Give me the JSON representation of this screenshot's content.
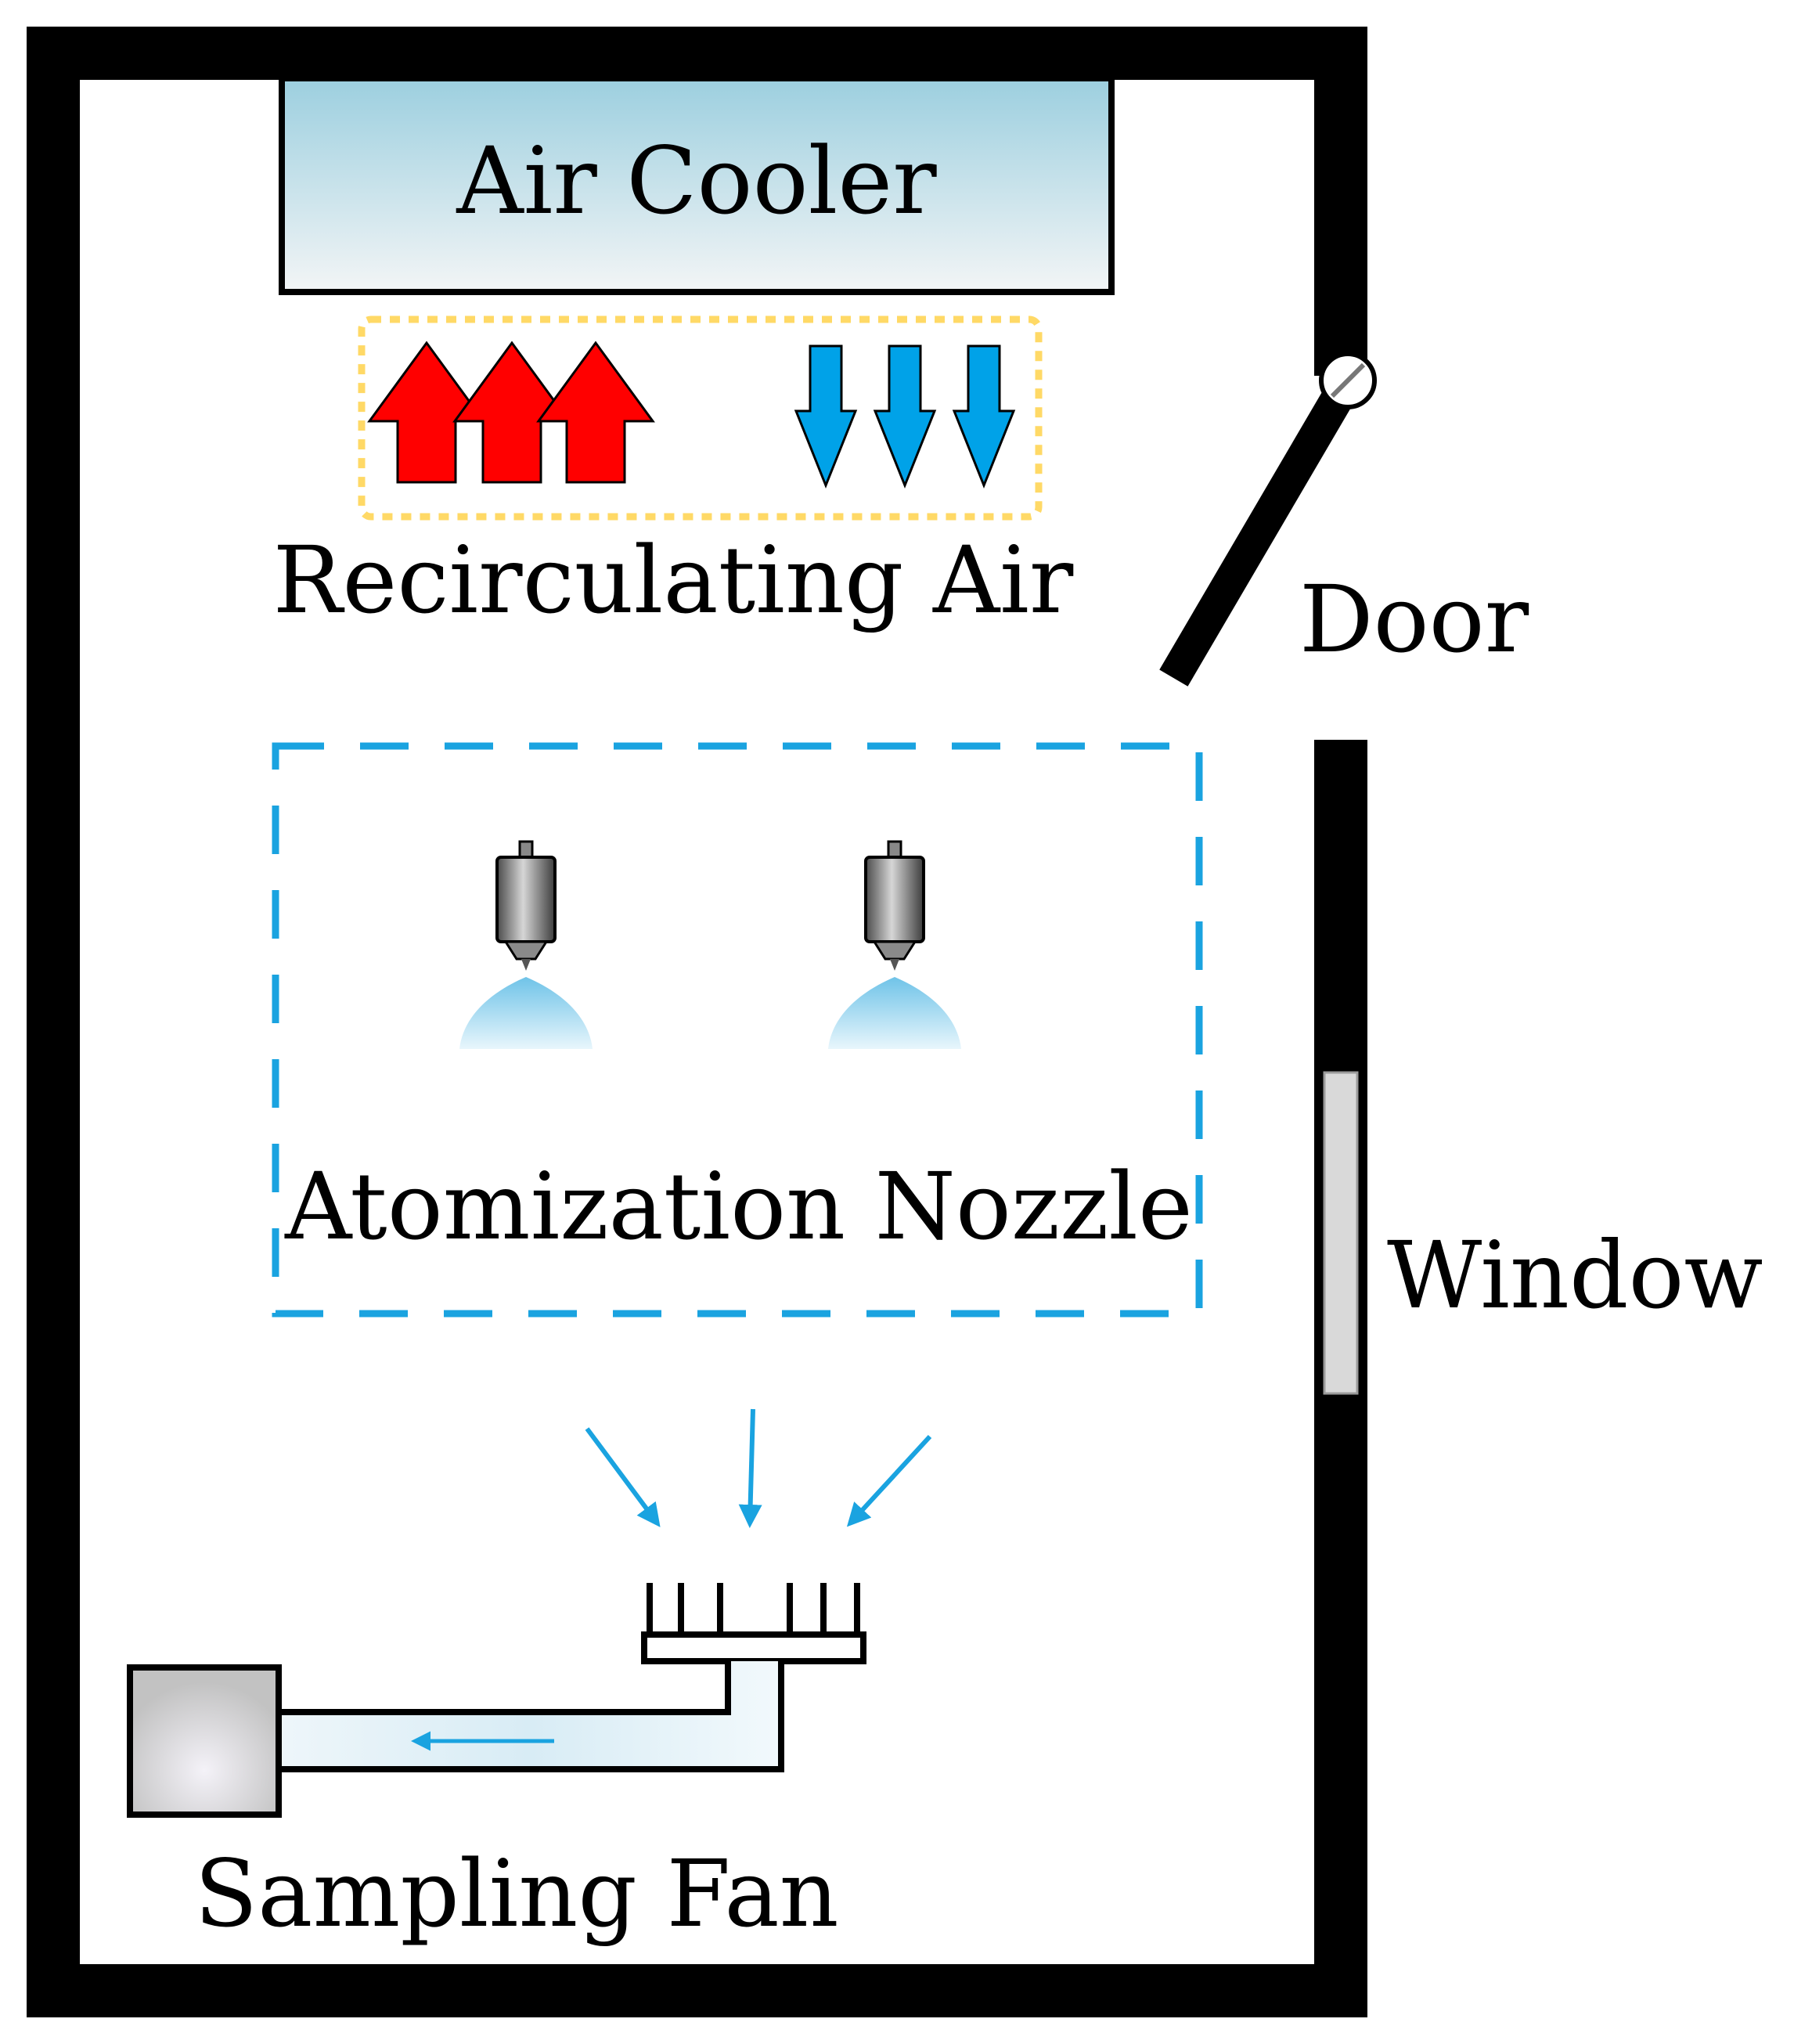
{
  "labels": {
    "air_cooler": "Air Cooler",
    "recirculating_air": "Recirculating Air",
    "door": "Door",
    "atomization_nozzle": "Atomization Nozzle",
    "window": "Window",
    "sampling_fan": "Sampling Fan"
  },
  "colors": {
    "wall": "#000000",
    "air_cooler_top": "#9ccfdf",
    "air_cooler_bottom": "#f3f5f6",
    "warm_arrow": "#ff0000",
    "cool_arrow": "#00a2e8",
    "recirculation_frame": "#ffd966",
    "nozzle_zone_frame": "#1aa3e0",
    "flow_arrow": "#1aa3e0",
    "window_pane": "#d9d9d9",
    "fan_box": "#c7c7c7"
  },
  "icons": {
    "warm_air": "arrow-up-icon",
    "cool_air": "arrow-down-icon",
    "nozzle": "spray-nozzle-icon",
    "door_hinge": "hinge-icon",
    "sampler": "sampling-comb-icon"
  }
}
